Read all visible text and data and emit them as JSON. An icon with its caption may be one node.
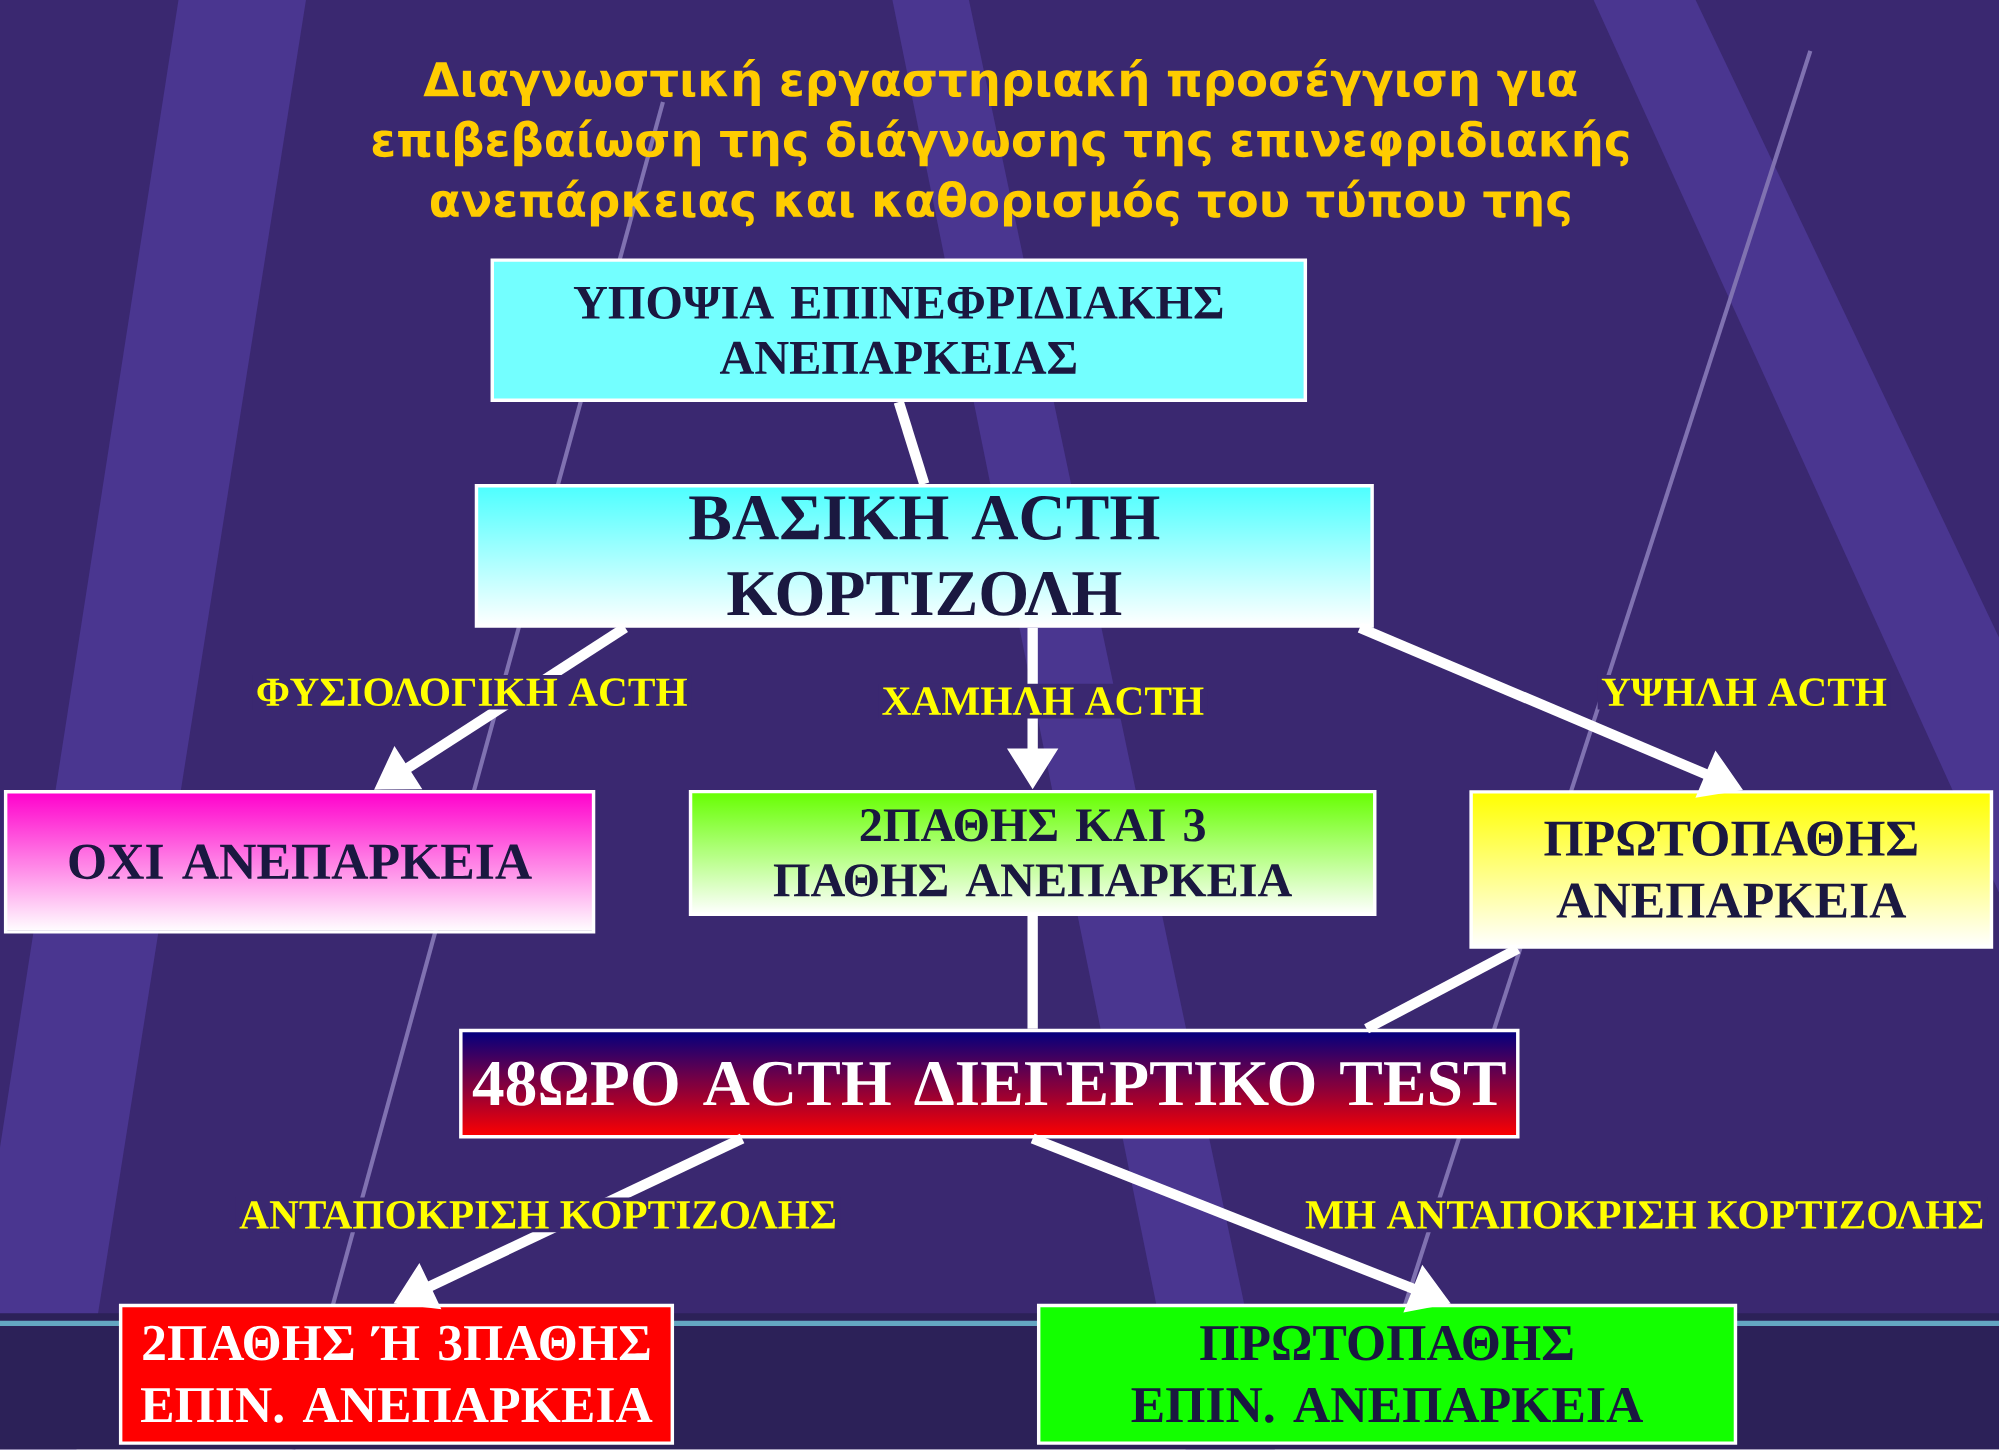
{
  "diagram": {
    "title": "Διαγνωστική εργαστηριακή προσέγγιση για επιβεβαίωση της διάγνωσης της επινεφριδιακής ανεπάρκειας και καθορισμός του τύπου της",
    "nodes": [
      {
        "text": [
          "ΥΠΟΨΙΑ ΕΠΙΝΕΦΡΙΔΙΑΚΗΣ ΑΝΕΠΑΡΚΕΙΑΣ"
        ]
      },
      {
        "text": [
          "ΒΑΣΙΚΗ ACTH ΚΟΡΤΙΖΟΛΗ"
        ]
      },
      {
        "text": [
          "ΟΧΙ ΑΝΕΠΑΡΚΕΙΑ"
        ]
      },
      {
        "text": [
          "2ΠΑΘΗΣ ΚΑΙ 3 ΠΑΘΗΣ ΑΝΕΠΑΡΚΕΙΑ"
        ]
      },
      {
        "text": [
          "ΠΡΩΤΟΠΑΘΗΣ ΑΝΕΠΑΡΚΕΙΑ"
        ]
      },
      {
        "text": [
          "48ΩΡΟ ACTH ΔΙΕΓΕΡΤΙΚΟ TEST"
        ]
      },
      {
        "text": [
          "2ΠΑΘΗΣ Ή 3ΠΑΘΗΣ ΕΠΙΝ. ΑΝΕΠΑΡΚΕΙΑ"
        ]
      },
      {
        "text": [
          "ΠΡΩΤΟΠΑΘΗΣ ΕΠΙΝ. ΑΝΕΠΑΡΚΕΙΑ"
        ]
      }
    ],
    "edges": [
      {
        "from": 0,
        "to": 1,
        "arrow": "none"
      },
      {
        "from": 1,
        "to": 2,
        "arrow": "to",
        "label": "ΦΥΣΙΟΛΟΓΙΚΗ ACTH"
      },
      {
        "from": 1,
        "to": 3,
        "arrow": "to",
        "label": "ΧΑΜΗΛΗ ACTH"
      },
      {
        "from": 1,
        "to": 4,
        "arrow": "to",
        "label": "ΥΨΗΛΗ  ACTH"
      },
      {
        "from": 3,
        "to": 5,
        "arrow": "none"
      },
      {
        "from": 4,
        "to": 5,
        "arrow": "none"
      },
      {
        "from": 5,
        "to": 6,
        "arrow": "to",
        "label": "ΑΝΤΑΠΟΚΡΙΣΗ ΚΟΡΤΙΖΟΛΗΣ"
      },
      {
        "from": 5,
        "to": 7,
        "arrow": "to",
        "label": "ΜΗ ΑΝΤΑΠΟΚΡΙΣΗ  ΚΟΡΤΙΖΟΛΗΣ"
      }
    ]
  }
}
